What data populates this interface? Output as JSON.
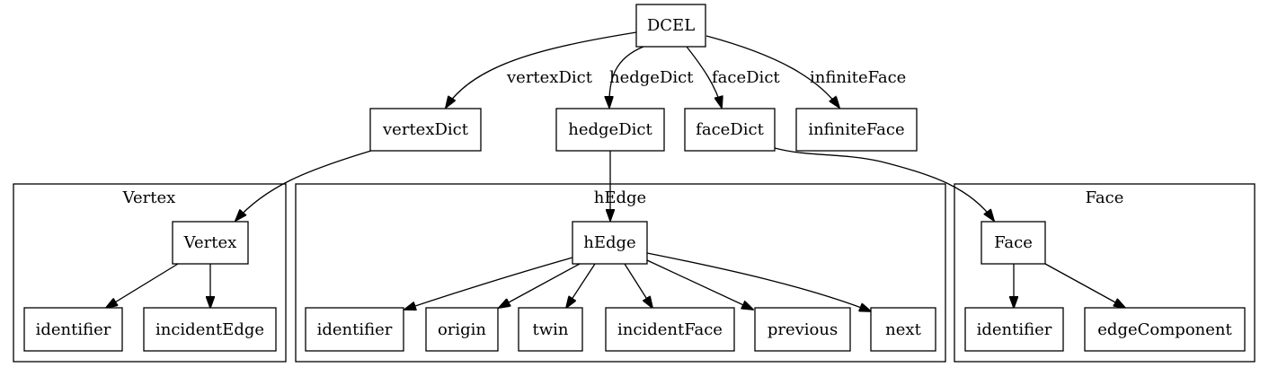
{
  "root": {
    "label": "DCEL"
  },
  "edge_labels": {
    "vertexDict": "vertexDict",
    "hedgeDict": "hedgeDict",
    "faceDict": "faceDict",
    "infiniteFace": "infiniteFace"
  },
  "level1": {
    "vertexDict": "vertexDict",
    "hedgeDict": "hedgeDict",
    "faceDict": "faceDict",
    "infiniteFace": "infiniteFace"
  },
  "clusters": {
    "vertex": {
      "title": "Vertex",
      "class_node": "Vertex",
      "fields": [
        "identifier",
        "incidentEdge"
      ]
    },
    "hedge": {
      "title": "hEdge",
      "class_node": "hEdge",
      "fields": [
        "identifier",
        "origin",
        "twin",
        "incidentFace",
        "previous",
        "next"
      ]
    },
    "face": {
      "title": "Face",
      "class_node": "Face",
      "fields": [
        "identifier",
        "edgeComponent"
      ]
    }
  },
  "colors": {
    "stroke": "#000000",
    "fill": "#ffffff"
  }
}
